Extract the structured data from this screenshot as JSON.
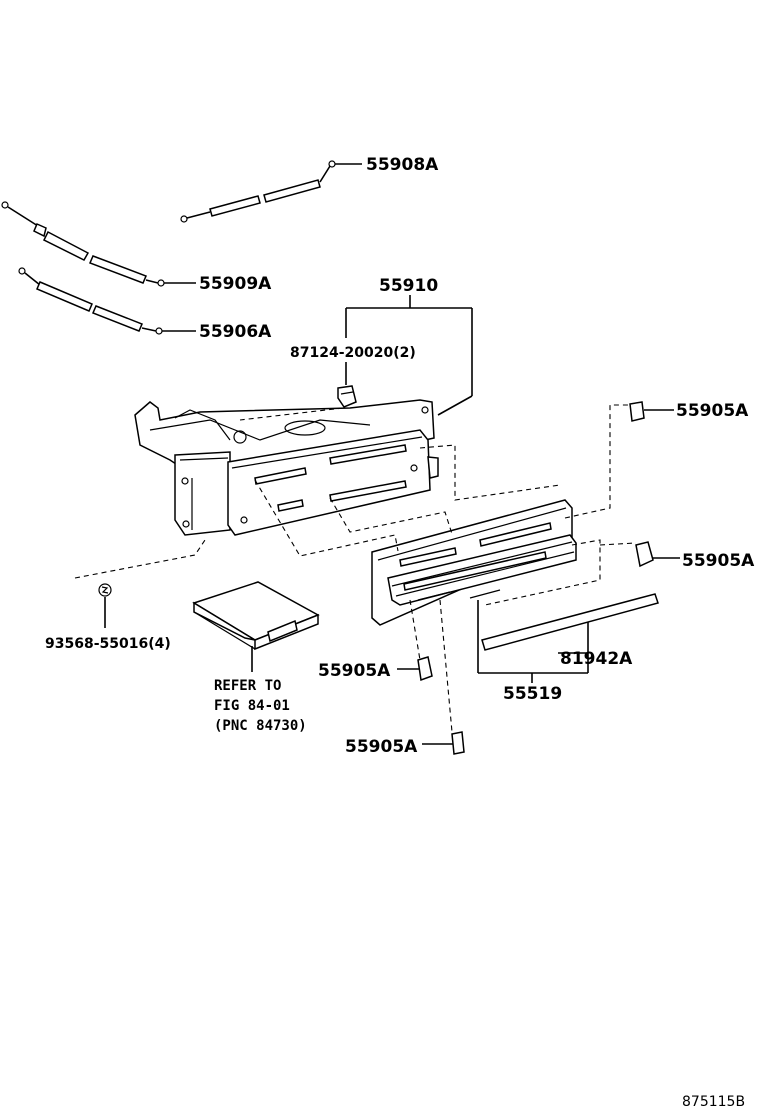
{
  "labels": {
    "cable_upper": "55908A",
    "cable_middle": "55909A",
    "cable_lower": "55906A",
    "control_assy": "55910",
    "screw": "87124-20020(2)",
    "knob_top_right": "55905A",
    "knob_right": "55905A",
    "clip": "93568-55016(4)",
    "refer_line1": "REFER TO",
    "refer_line2": "FIG 84-01",
    "refer_line3": "(PNC 84730)",
    "knob_left_lower": "55905A",
    "knob_bottom": "55905A",
    "plate": "81942A",
    "panel": "55519",
    "figure_id": "875115B"
  }
}
